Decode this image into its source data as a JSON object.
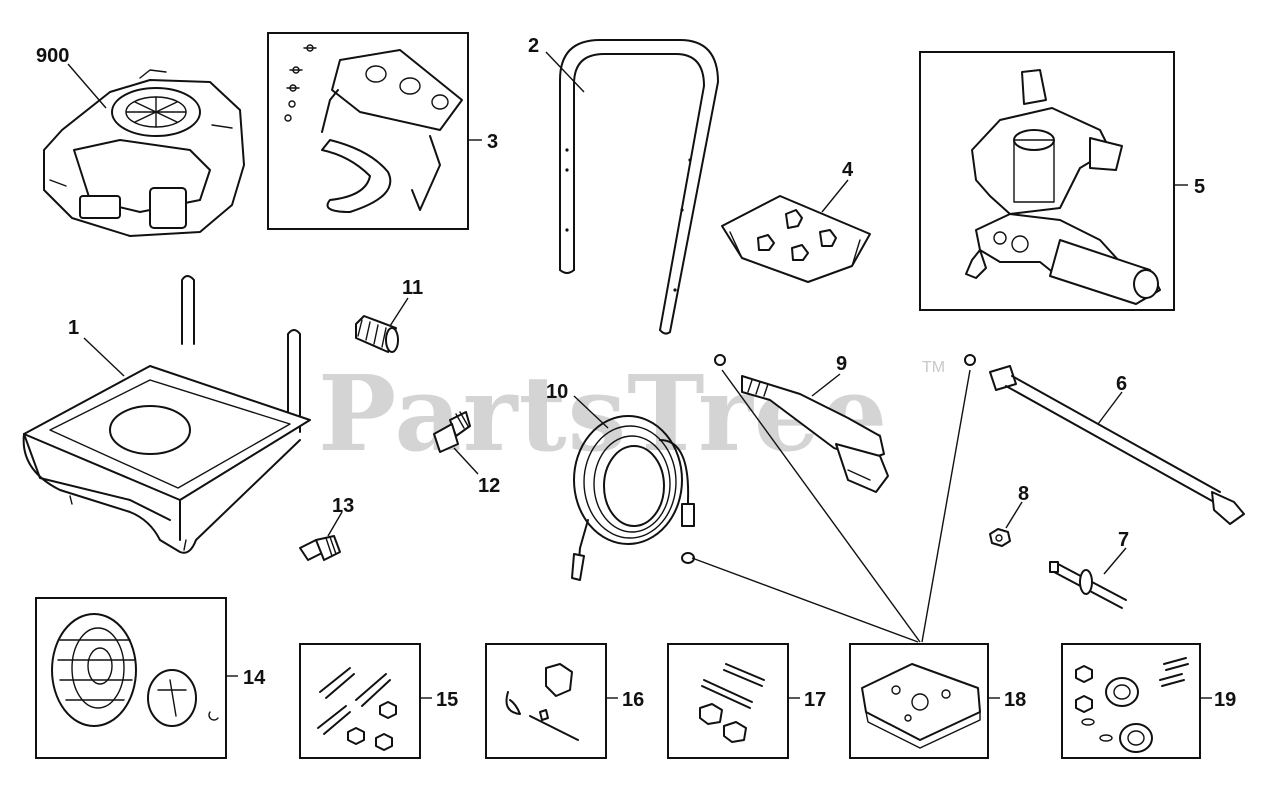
{
  "watermark": {
    "text": "PartsTree",
    "tm": "TM"
  },
  "callouts": {
    "c900": "900",
    "c1": "1",
    "c2": "2",
    "c3": "3",
    "c4": "4",
    "c5": "5",
    "c6": "6",
    "c7": "7",
    "c8": "8",
    "c9": "9",
    "c10": "10",
    "c11": "11",
    "c12": "12",
    "c13": "13",
    "c14": "14",
    "c15": "15",
    "c16": "16",
    "c17": "17",
    "c18": "18",
    "c19": "19"
  },
  "colors": {
    "line": "#111111",
    "watermark": "#d4d4d4",
    "background": "#ffffff"
  }
}
